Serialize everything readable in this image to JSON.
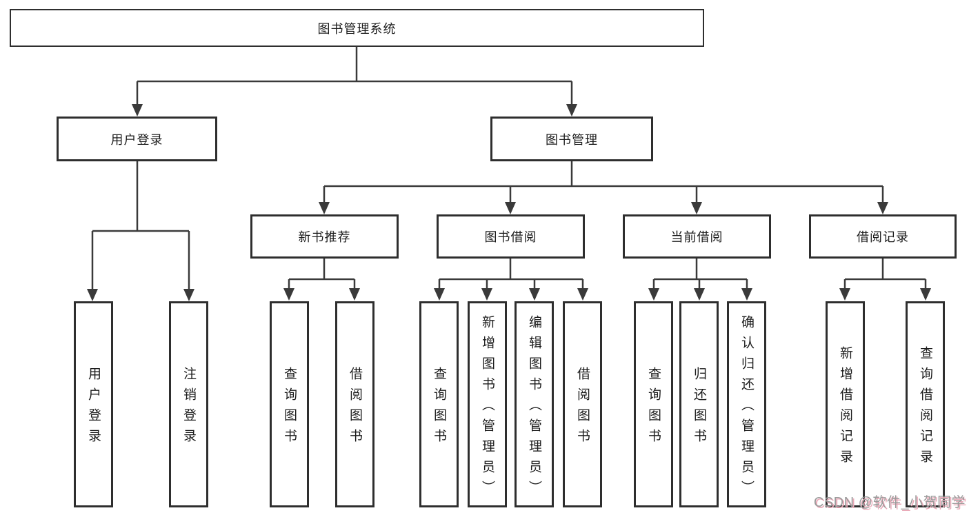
{
  "diagram": {
    "root": {
      "label": "图书管理系统"
    },
    "branches": [
      {
        "label": "用户登录",
        "children": [
          {
            "label": "用户登录"
          },
          {
            "label": "注销登录"
          }
        ]
      },
      {
        "label": "图书管理",
        "children": [
          {
            "label": "新书推荐",
            "children": [
              {
                "label": "查询图书"
              },
              {
                "label": "借阅图书"
              }
            ]
          },
          {
            "label": "图书借阅",
            "children": [
              {
                "label": "查询图书"
              },
              {
                "label": "新增图书（管理员）"
              },
              {
                "label": "编辑图书（管理员）"
              },
              {
                "label": "借阅图书"
              }
            ]
          },
          {
            "label": "当前借阅",
            "children": [
              {
                "label": "查询图书"
              },
              {
                "label": "归还图书"
              },
              {
                "label": "确认归还（管理员）"
              }
            ]
          },
          {
            "label": "借阅记录",
            "children": [
              {
                "label": "新增借阅记录"
              },
              {
                "label": "查询借阅记录"
              }
            ]
          }
        ]
      }
    ]
  },
  "watermark": {
    "text": "CSDN @软件_小贺同学"
  },
  "colors": {
    "line": "#3a3a3a",
    "box_border": "#2e2e2e",
    "text": "#1c1c1c",
    "background": "#ffffff",
    "watermark": "#9b9b9b",
    "watermark_shadow": "#eaa9b8"
  }
}
